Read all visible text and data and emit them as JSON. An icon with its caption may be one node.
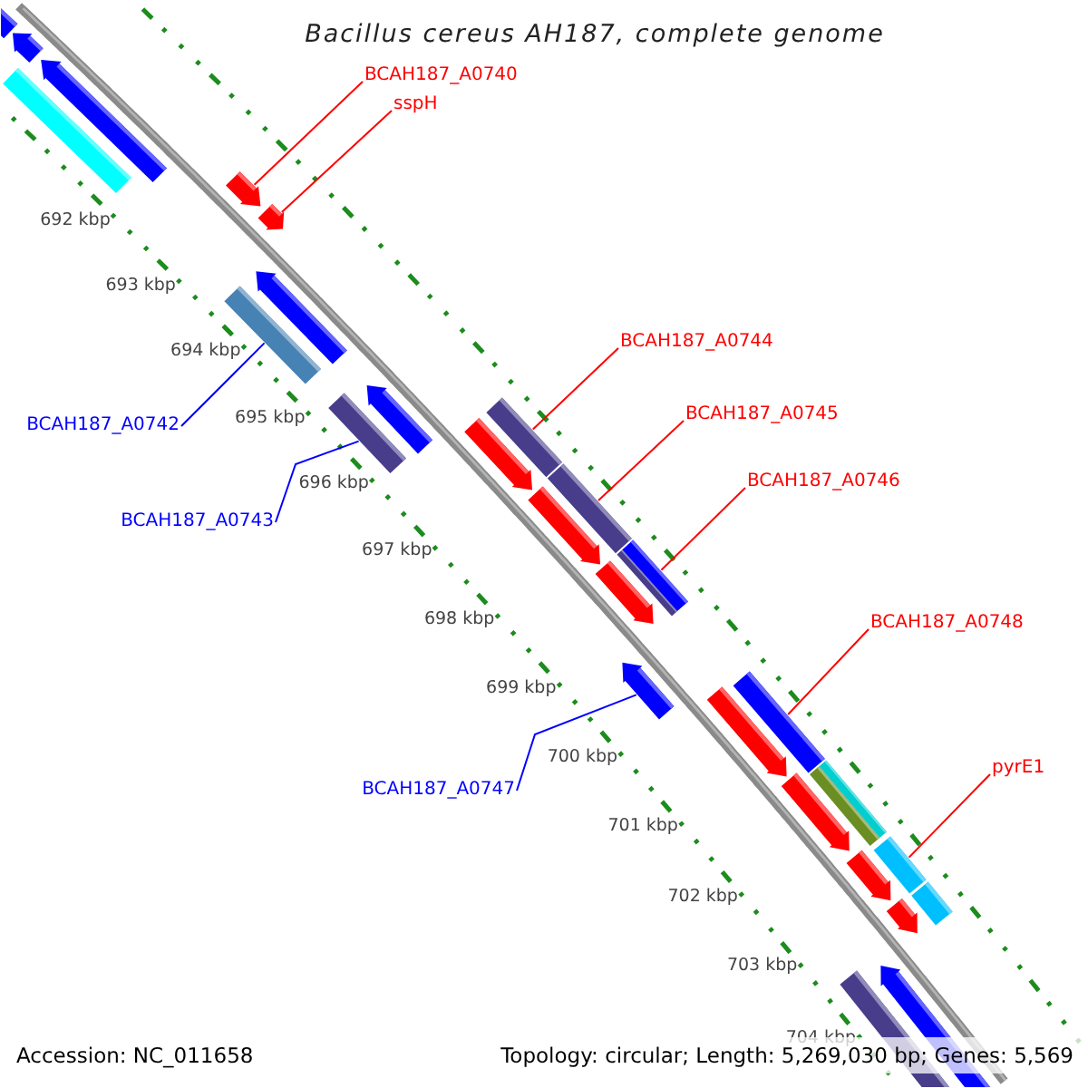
{
  "diagram": {
    "title": "Bacillus cereus AH187, complete genome",
    "nodes": [
      {
        "text": [
          "BCAH187_A0740"
        ]
      },
      {
        "text": [
          "sspH"
        ]
      },
      {
        "text": [
          "BCAH187_A0744"
        ]
      },
      {
        "text": [
          "BCAH187_A0745"
        ]
      },
      {
        "text": [
          "BCAH187_A0742"
        ]
      },
      {
        "text": [
          "BCAH187_A0746"
        ]
      },
      {
        "text": [
          "BCAH187_A0743"
        ]
      },
      {
        "text": [
          "BCAH187_A0748"
        ]
      },
      {
        "text": [
          "pyrE1"
        ]
      },
      {
        "text": [
          "BCAH187_A0747"
        ]
      },
      {
        "text": [],
        "shape": "bar"
      },
      {
        "text": [],
        "shape": "arrow"
      },
      {
        "text": [],
        "shape": "bar"
      },
      {
        "text": [],
        "shape": "arrow"
      },
      {
        "text": [],
        "shape": "arrow"
      },
      {
        "text": [],
        "shape": "arrow"
      },
      {
        "text": [],
        "shape": "bar"
      },
      {
        "text": [],
        "shape": "arrow"
      },
      {
        "text": [],
        "shape": "bar"
      },
      {
        "text": [],
        "shape": "arrow"
      },
      {
        "text": [],
        "shape": "arrow"
      },
      {
        "text": [],
        "shape": "bar"
      },
      {
        "text": [],
        "shape": "bar"
      },
      {
        "text": [],
        "shape": "arrow"
      },
      {
        "text": [],
        "shape": "arrow"
      },
      {
        "text": [],
        "shape": "bar"
      },
      {
        "text": [],
        "shape": "bar"
      },
      {
        "text": [],
        "shape": "arrow"
      },
      {
        "text": [],
        "shape": "arrow"
      },
      {
        "text": [],
        "shape": "bar"
      },
      {
        "text": [],
        "shape": "arrow"
      },
      {
        "text": [],
        "shape": "bar"
      },
      {
        "text": [],
        "shape": "bar"
      },
      {
        "text": [],
        "shape": "arrow"
      },
      {
        "text": [],
        "shape": "bar"
      },
      {
        "text": [],
        "shape": "arrow"
      },
      {
        "text": [],
        "shape": "bar"
      },
      {
        "text": [],
        "shape": "bar"
      },
      {
        "text": [],
        "shape": "arrow"
      }
    ],
    "edges": [
      {
        "from": 0,
        "to": 14,
        "arrow": "none"
      },
      {
        "from": 1,
        "to": 15,
        "arrow": "none"
      },
      {
        "from": 2,
        "to": 21,
        "arrow": "none"
      },
      {
        "from": 3,
        "to": 22,
        "arrow": "none"
      },
      {
        "from": 4,
        "to": 16,
        "arrow": "none",
        "color": "#0000ff"
      },
      {
        "from": 5,
        "to": 26,
        "arrow": "none"
      },
      {
        "from": 6,
        "to": 18,
        "arrow": "none",
        "color": "#0000ff"
      },
      {
        "from": 7,
        "to": 29,
        "arrow": "none"
      },
      {
        "from": 8,
        "to": 34,
        "arrow": "none"
      },
      {
        "from": 9,
        "to": 27,
        "arrow": "none",
        "color": "#0000ff"
      }
    ],
    "labels": [
      "692 kbp",
      "693 kbp",
      "694 kbp",
      "695 kbp",
      "696 kbp",
      "697 kbp",
      "698 kbp",
      "699 kbp",
      "700 kbp",
      "701 kbp",
      "702 kbp",
      "703 kbp",
      "704 kbp",
      "Accession: NC_011658",
      "Topology: circular; Length: 5,269,030 bp; Genes: 5,569"
    ]
  }
}
